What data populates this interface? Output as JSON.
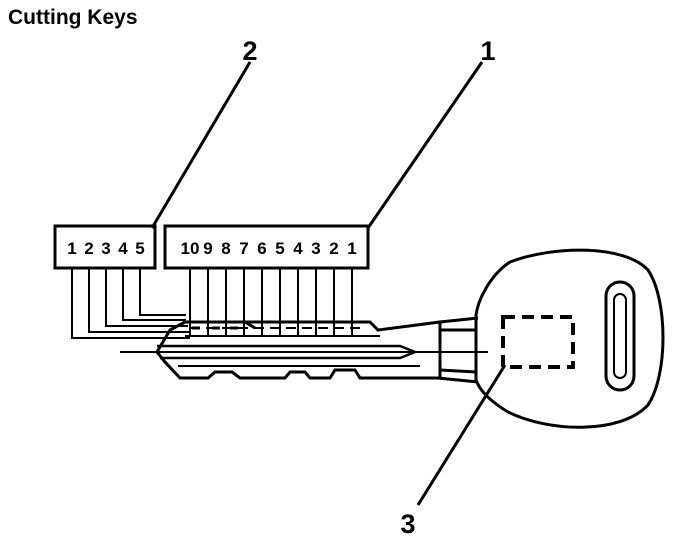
{
  "title": "Cutting Keys",
  "callouts": [
    "1",
    "2",
    "3"
  ],
  "door_positions": [
    "1",
    "2",
    "3",
    "4",
    "5"
  ],
  "ignition_positions": [
    "10",
    "9",
    "8",
    "7",
    "6",
    "5",
    "4",
    "3",
    "2",
    "1"
  ],
  "colors": {
    "line": "#000000",
    "background": "#ffffff"
  }
}
